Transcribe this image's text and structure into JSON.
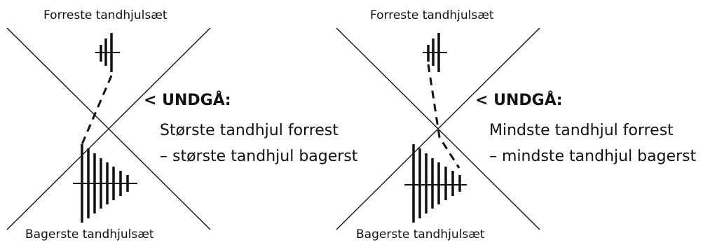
{
  "colors": {
    "ink": "#111111",
    "background": "#ffffff"
  },
  "panels": [
    {
      "id": "largest",
      "front_label": "Forreste tandhjulsæt",
      "rear_label": "Bagerste tandhjulsæt",
      "avoid_heading": "< UNDGÅ:",
      "line1": "Største tandhjul forrest",
      "line2": "– største tandhjul bagerst"
    },
    {
      "id": "smallest",
      "front_label": "Forreste tandhjulsæt",
      "rear_label": "Bagerste tandhjulsæt",
      "avoid_heading": "< UNDGÅ:",
      "line1": "Mindste tandhjul forrest",
      "line2": "– mindste tandhjul bagerst"
    }
  ]
}
